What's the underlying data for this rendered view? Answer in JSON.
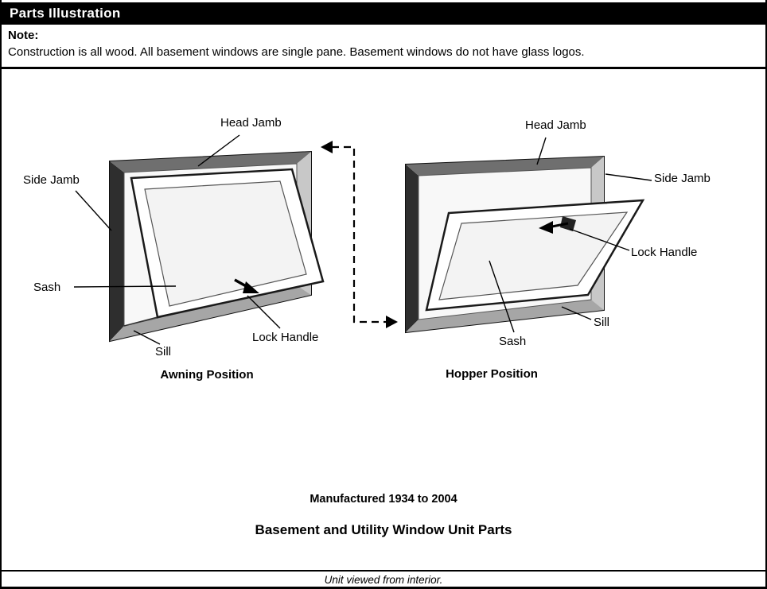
{
  "page": {
    "title": "Parts Illustration",
    "note_label": "Note:",
    "note_text": "Construction is all wood. All basement windows are single pane. Basement windows do not have glass logos.",
    "manufactured": "Manufactured 1934 to 2004",
    "subtitle": "Basement and Utility Window Unit Parts",
    "footer": "Unit viewed from interior."
  },
  "diagrams": {
    "awning": {
      "caption": "Awning Position",
      "labels": {
        "head_jamb": "Head Jamb",
        "side_jamb": "Side Jamb",
        "sash": "Sash",
        "sill": "Sill",
        "lock_handle": "Lock Handle"
      }
    },
    "hopper": {
      "caption": "Hopper Position",
      "labels": {
        "head_jamb": "Head Jamb",
        "side_jamb": "Side Jamb",
        "lock_handle": "Lock Handle",
        "sill": "Sill",
        "sash": "Sash"
      }
    }
  },
  "colors": {
    "header_bg": "#000000",
    "text": "#000000"
  }
}
